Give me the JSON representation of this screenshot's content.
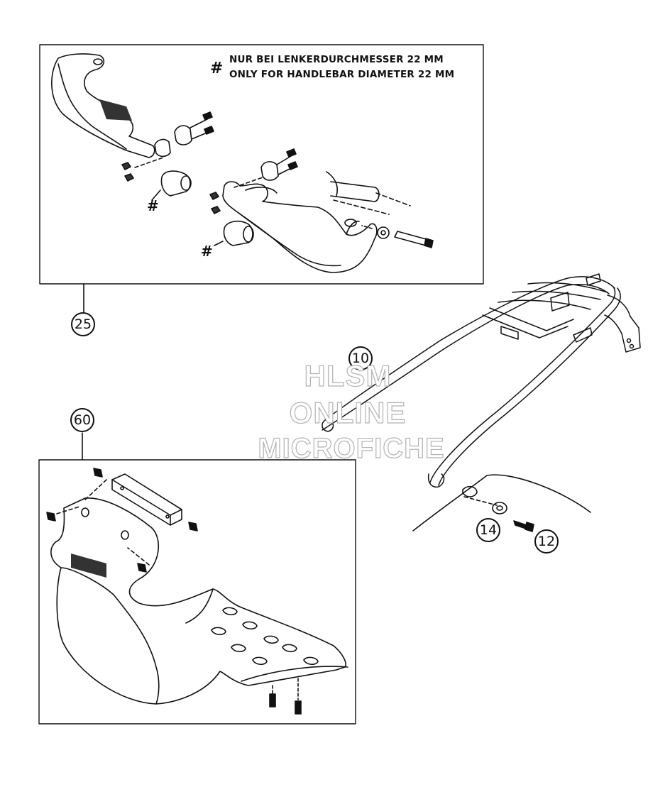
{
  "note": {
    "symbol": "#",
    "line_de": "NUR BEI LENKERDURCHMESSER 22 MM",
    "line_en": "ONLY FOR HANDLEBAR DIAMETER 22 MM"
  },
  "callouts": {
    "handguard": "25",
    "luggage_rack": "10",
    "skid_plate": "60",
    "washer": "14",
    "bolt": "12"
  },
  "hash_symbol": "#",
  "watermark": {
    "line1": "HLSM",
    "line2": "ONLINE",
    "line3": "MICROFICHE"
  }
}
